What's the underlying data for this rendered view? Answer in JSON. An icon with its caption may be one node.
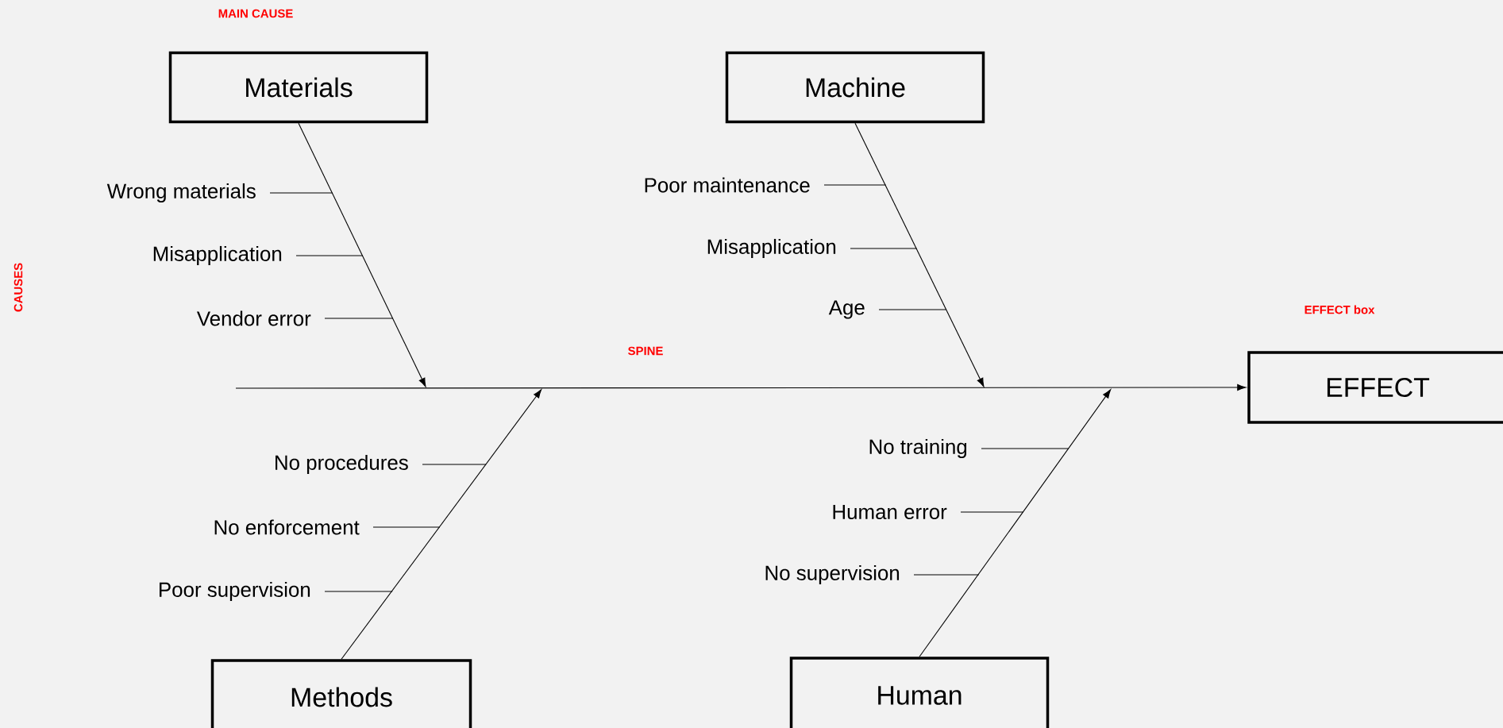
{
  "diagram": {
    "nodes": [
      {
        "text": [
          "Materials"
        ]
      },
      {
        "text": [
          "Machine"
        ]
      },
      {
        "text": [
          "Methods"
        ]
      },
      {
        "text": [
          "Human"
        ]
      },
      {
        "text": [
          "EFFECT"
        ]
      },
      {
        "text": [
          "Wrong materials"
        ]
      },
      {
        "text": [
          "Misapplication"
        ]
      },
      {
        "text": [
          "Vendor error"
        ]
      },
      {
        "text": [
          "Poor maintenance"
        ]
      },
      {
        "text": [
          "Misapplication"
        ]
      },
      {
        "text": [
          "Age"
        ]
      },
      {
        "text": [
          "No procedures"
        ]
      },
      {
        "text": [
          "No enforcement"
        ]
      },
      {
        "text": [
          "Poor supervision"
        ]
      },
      {
        "text": [
          "No training"
        ]
      },
      {
        "text": [
          "Human error"
        ]
      },
      {
        "text": [
          "No supervision"
        ]
      }
    ],
    "edges": [
      {
        "from": null,
        "to": 4,
        "arrow": "to"
      },
      {
        "from": 0,
        "to": null,
        "arrow": "to"
      },
      {
        "from": 1,
        "to": null,
        "arrow": "to"
      },
      {
        "from": 2,
        "to": null,
        "arrow": "to"
      },
      {
        "from": 3,
        "to": null,
        "arrow": "to"
      },
      {
        "from": 5,
        "to": null,
        "arrow": "none"
      },
      {
        "from": 6,
        "to": null,
        "arrow": "none"
      },
      {
        "from": 7,
        "to": null,
        "arrow": "none"
      },
      {
        "from": 8,
        "to": null,
        "arrow": "none"
      },
      {
        "from": 9,
        "to": null,
        "arrow": "none"
      },
      {
        "from": 10,
        "to": null,
        "arrow": "none"
      },
      {
        "from": 11,
        "to": null,
        "arrow": "none"
      },
      {
        "from": 12,
        "to": null,
        "arrow": "none"
      },
      {
        "from": 13,
        "to": null,
        "arrow": "none"
      },
      {
        "from": 14,
        "to": null,
        "arrow": "none"
      },
      {
        "from": 15,
        "to": null,
        "arrow": "none"
      },
      {
        "from": 16,
        "to": null,
        "arrow": "none"
      }
    ],
    "labels": [
      "MAIN CAUSE",
      "CAUSES",
      "SPINE",
      "EFFECT box"
    ]
  }
}
